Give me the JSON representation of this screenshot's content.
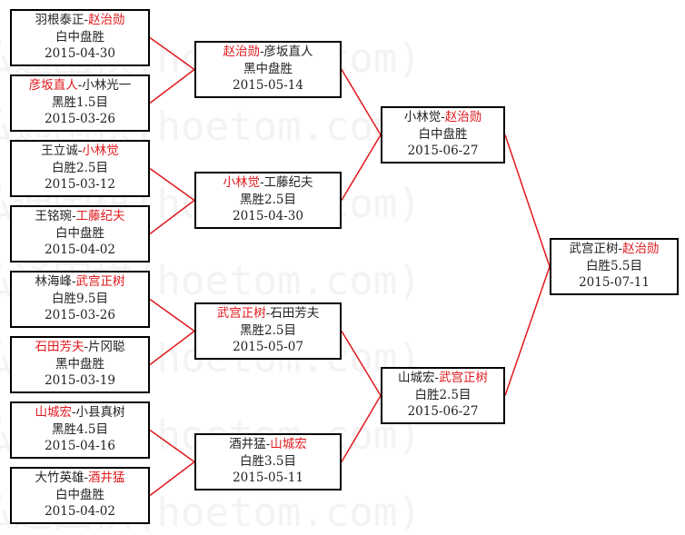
{
  "colors": {
    "winner": "#e0191e",
    "line": "#e0191e",
    "border": "#000000",
    "text": "#222222"
  },
  "round1": [
    {
      "p1": "羽根泰正",
      "p2": "赵治勋",
      "winner": 2,
      "result": "白中盘胜",
      "date": "2015-04-30"
    },
    {
      "p1": "彦坂直人",
      "p2": "小林光一",
      "winner": 1,
      "result": "黑胜1.5目",
      "date": "2015-03-26"
    },
    {
      "p1": "王立诚",
      "p2": "小林觉",
      "winner": 2,
      "result": "白胜2.5目",
      "date": "2015-03-12"
    },
    {
      "p1": "王铭琬",
      "p2": "工藤纪夫",
      "winner": 2,
      "result": "白中盘胜",
      "date": "2015-04-02"
    },
    {
      "p1": "林海峰",
      "p2": "武宫正树",
      "winner": 2,
      "result": "白胜9.5目",
      "date": "2015-03-26"
    },
    {
      "p1": "石田芳夫",
      "p2": "片冈聪",
      "winner": 1,
      "result": "黑中盘胜",
      "date": "2015-03-19"
    },
    {
      "p1": "山城宏",
      "p2": "小县真树",
      "winner": 1,
      "result": "黑胜4.5目",
      "date": "2015-04-16"
    },
    {
      "p1": "大竹英雄",
      "p2": "酒井猛",
      "winner": 2,
      "result": "白中盘胜",
      "date": "2015-04-02"
    }
  ],
  "round2": [
    {
      "p1": "赵治勋",
      "p2": "彦坂直人",
      "winner": 1,
      "result": "黑中盘胜",
      "date": "2015-05-14"
    },
    {
      "p1": "小林觉",
      "p2": "工藤纪夫",
      "winner": 1,
      "result": "黑胜2.5目",
      "date": "2015-04-30"
    },
    {
      "p1": "武宫正树",
      "p2": "石田芳夫",
      "winner": 1,
      "result": "黑胜2.5目",
      "date": "2015-05-07"
    },
    {
      "p1": "酒井猛",
      "p2": "山城宏",
      "winner": 2,
      "result": "白胜3.5目",
      "date": "2015-05-11"
    }
  ],
  "round3": [
    {
      "p1": "小林觉",
      "p2": "赵治勋",
      "winner": 2,
      "result": "白中盘胜",
      "date": "2015-06-27"
    },
    {
      "p1": "山城宏",
      "p2": "武宫正树",
      "winner": 2,
      "result": "白胜2.5目",
      "date": "2015-06-27"
    }
  ],
  "final": [
    {
      "p1": "武宫正树",
      "p2": "赵治勋",
      "winner": 2,
      "result": "白胜5.5目",
      "date": "2015-07-11"
    }
  ],
  "watermark": "弘通围棋(hoetom.com)"
}
